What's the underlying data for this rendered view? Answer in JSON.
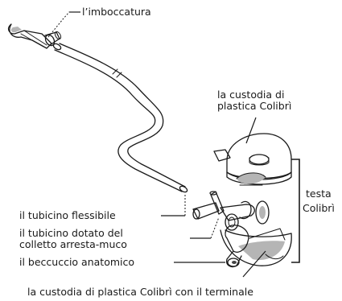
{
  "labels": {
    "mouthpiece": "l’imboccatura",
    "housing_top": [
      "la custodia di",
      "plastica Colibrì"
    ],
    "head": [
      "testa",
      "Colibrì"
    ],
    "flexible_tube": "il tubicino flessibile",
    "collar_tube": [
      "il tubicino dotato del",
      "colletto arresta-muco"
    ],
    "spout": "il beccuccio anatomico",
    "housing_bottom": "la custodia di plastica Colibrì con il terminale"
  }
}
